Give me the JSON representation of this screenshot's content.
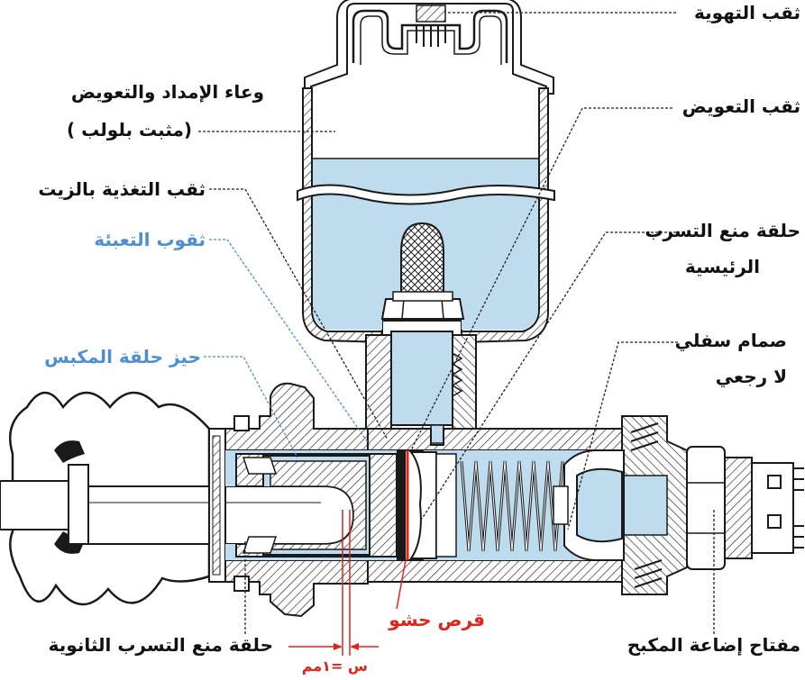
{
  "labels": {
    "vent_hole": "ثقب التهوية",
    "reservoir_1": "وعاء الإمداد والتعويض",
    "reservoir_2": "(مثبت بلولب )",
    "compensation_hole": "ثقب التعويض",
    "oil_feed_hole": "ثقب التغذية بالزيت",
    "primary_seal_1": "حلقة منع التسرب",
    "primary_seal_2": "الرئيسية",
    "filling_holes": "ثقوب التعبئة",
    "piston_ring_space": "حيز حلقة المكبس",
    "check_valve_1": "صمام سفلي",
    "check_valve_2": "لا رجعي",
    "filler_disc": "قرص حشو",
    "secondary_seal": "حلقة منع التسرب الثانوية",
    "brake_light_switch": "مفتاح إضاعة المكبح",
    "gap": "س =١مم"
  },
  "colors": {
    "fluid": "#bfdcef",
    "outline": "#1a1a1a",
    "accent_blue": "#4f8fd0",
    "accent_red": "#e2231a"
  }
}
